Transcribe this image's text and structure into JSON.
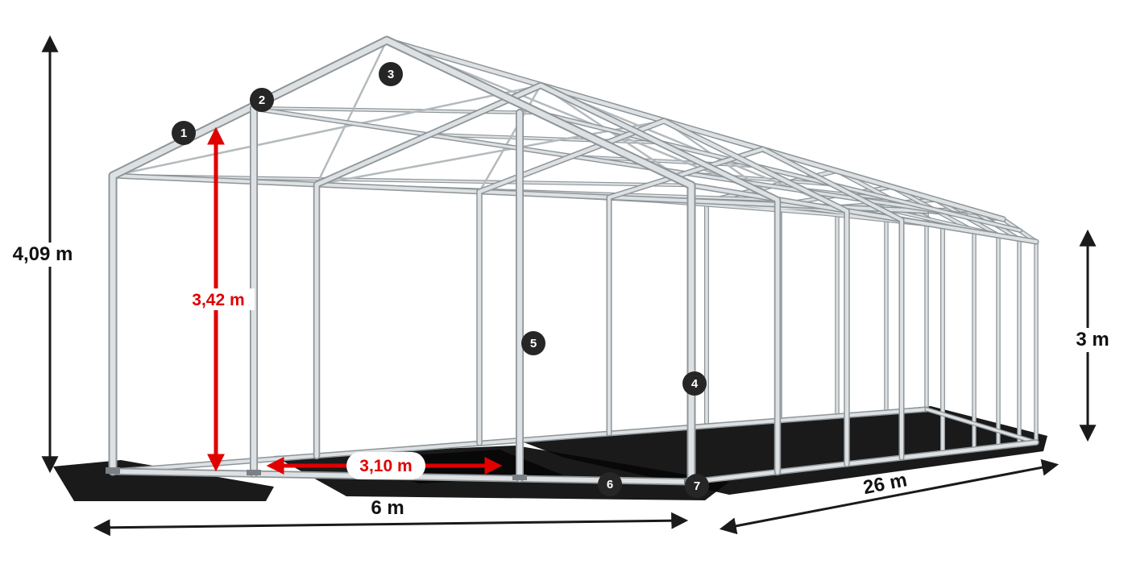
{
  "dims": {
    "height_total": "4,09 m",
    "height_clear": "3,42 m",
    "door_width": "3,10 m",
    "width": "6 m",
    "length": "26 m",
    "side_height": "3 m"
  },
  "hotspots": [
    {
      "label": "1"
    },
    {
      "label": "2"
    },
    {
      "label": "3"
    },
    {
      "label": "4"
    },
    {
      "label": "5"
    },
    {
      "label": "6"
    },
    {
      "label": "7"
    }
  ],
  "colors": {
    "accent_red": "#e00000",
    "dimension_black": "#1a1a1a",
    "frame_tube": "#dde1e3",
    "frame_outline": "#8e9598",
    "hotspot_background": "#262626",
    "hotspot_text": "#ffffff",
    "background": "#ffffff",
    "shadow": "#060606"
  }
}
